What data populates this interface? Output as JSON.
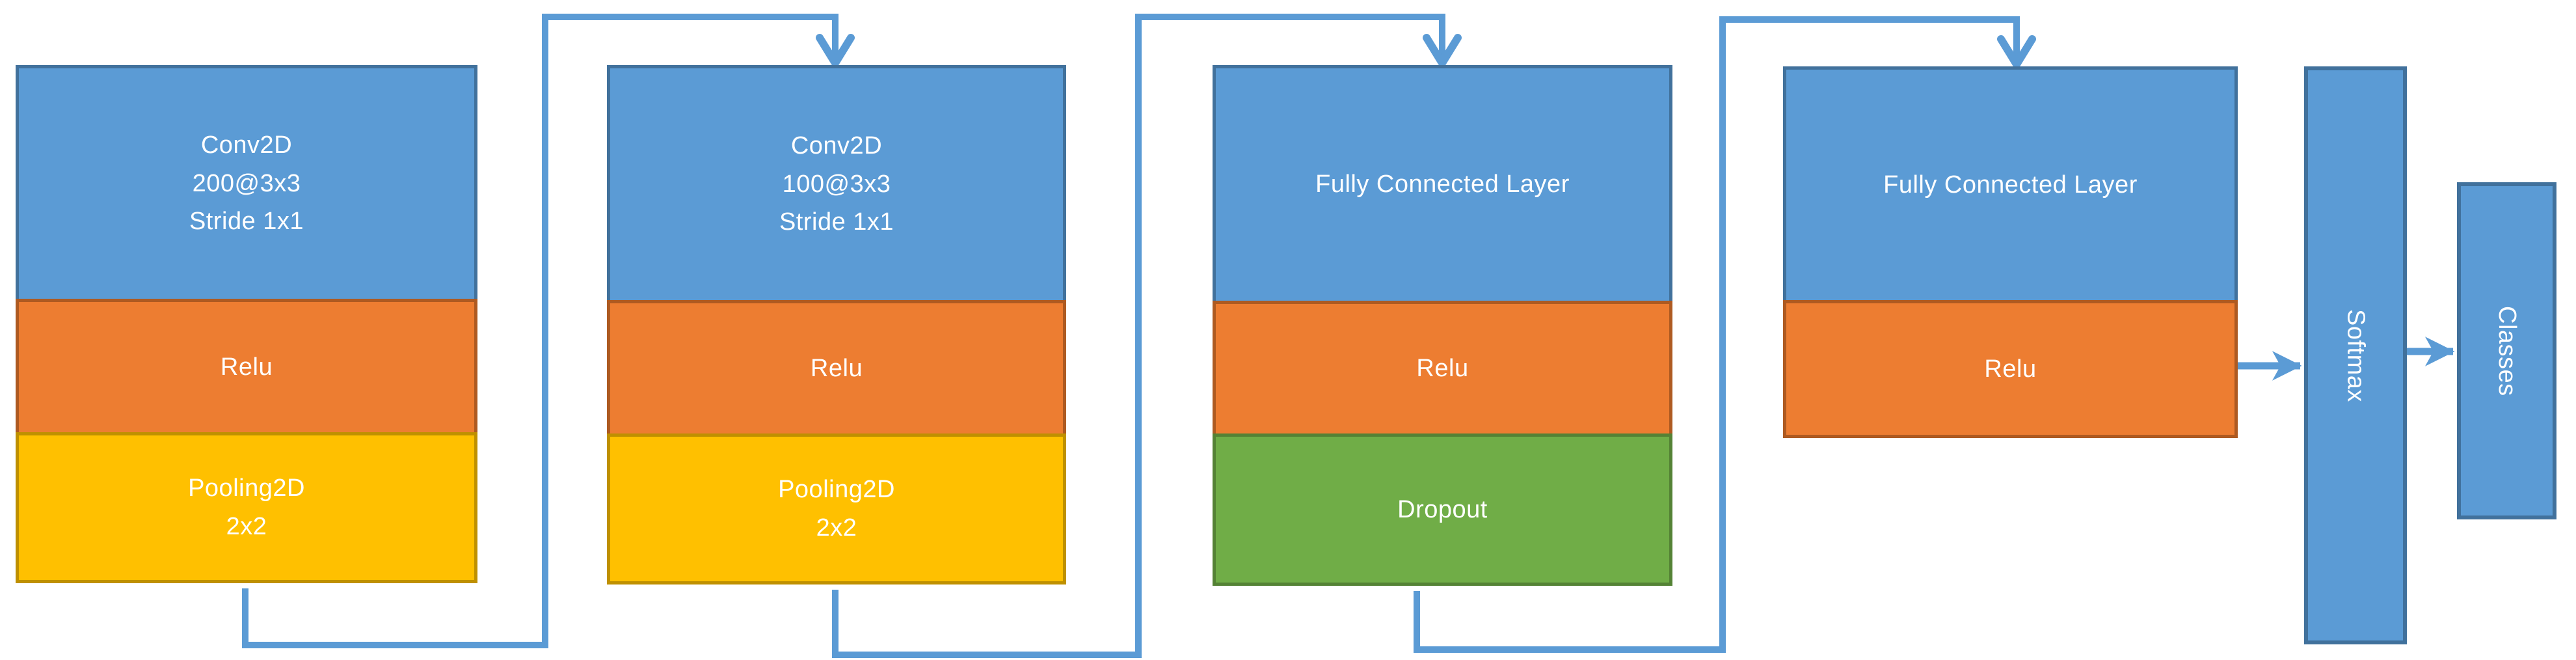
{
  "diagram": {
    "description": "Convolutional neural network architecture diagram"
  },
  "colors": {
    "block_blue": "#5B9BD5",
    "block_blue_border": "#41719C",
    "block_orange": "#ED7D31",
    "block_orange_border": "#AE5A21",
    "block_yellow": "#FFC000",
    "block_yellow_border": "#BF9000",
    "block_green": "#70AD47",
    "block_green_border": "#548235",
    "connector": "#5B9BD5",
    "label_text": "#FFFFFF"
  },
  "blocks": [
    {
      "sections": [
        {
          "label": "Conv2D\n200@3x3\nStride 1x1"
        },
        {
          "label": "Relu"
        },
        {
          "label": "Pooling2D\n2x2"
        }
      ]
    },
    {
      "sections": [
        {
          "label": "Conv2D\n100@3x3\nStride 1x1"
        },
        {
          "label": "Relu"
        },
        {
          "label": "Pooling2D\n2x2"
        }
      ]
    },
    {
      "sections": [
        {
          "label": "Fully Connected Layer"
        },
        {
          "label": "Relu"
        },
        {
          "label": "Dropout"
        }
      ]
    },
    {
      "sections": [
        {
          "label": "Fully Connected Layer"
        },
        {
          "label": "Relu"
        }
      ]
    }
  ],
  "outputs": [
    {
      "label": "Softmax"
    },
    {
      "label": "Classes"
    }
  ]
}
